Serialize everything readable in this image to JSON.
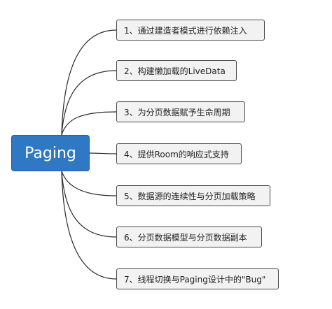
{
  "root": {
    "label": "Paging"
  },
  "branches": [
    {
      "label": "1、通过建造者模式进行依赖注入"
    },
    {
      "label": "2、构建懒加载的LiveData"
    },
    {
      "label": "3、为分页数据赋予生命周期"
    },
    {
      "label": "4、提供Room的响应式支持"
    },
    {
      "label": "5、数据源的连续性与分页加载策略"
    },
    {
      "label": "6、分页数据模型与分页数据副本"
    },
    {
      "label": "7、线程切换与Paging设计中的\"Bug\""
    }
  ],
  "colors": {
    "root_fill": "#2f78c4",
    "branch_fill": "#f2f2f2",
    "connector": "#2b2b2b"
  }
}
